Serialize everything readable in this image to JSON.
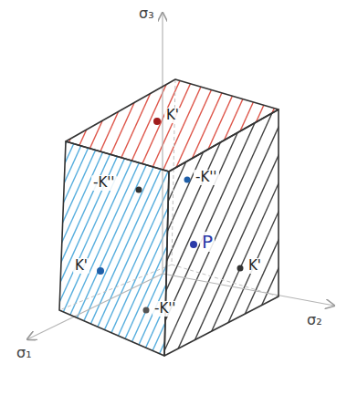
{
  "diagram": {
    "labels": [
      "σ₃",
      "K'",
      "-K''",
      "-K''",
      "K'",
      "-K''",
      "P",
      "K'",
      "σ₂",
      "σ₁"
    ]
  }
}
